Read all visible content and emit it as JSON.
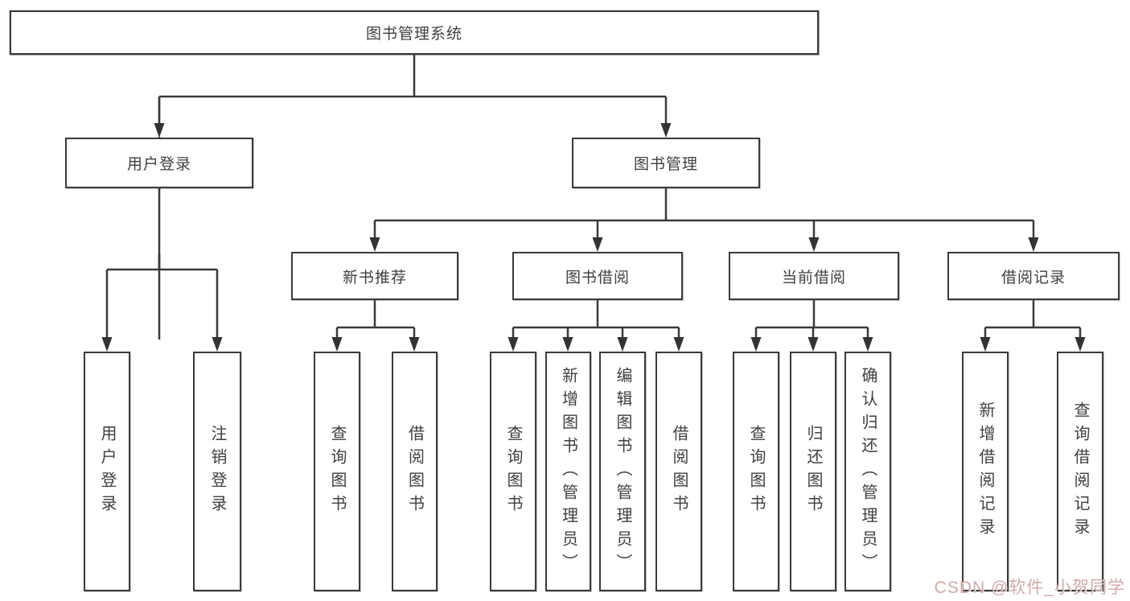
{
  "diagram": {
    "title": "图书管理系统",
    "level2": {
      "user_login": "用户登录",
      "book_management": "图书管理"
    },
    "level3": {
      "new_book_recommend": "新书推荐",
      "book_borrow": "图书借阅",
      "current_borrow": "当前借阅",
      "borrow_records": "借阅记录"
    },
    "leaves": {
      "user_login_group": [
        "用户登录",
        "注销登录"
      ],
      "recommend_group": [
        "查询图书",
        "借阅图书"
      ],
      "borrow_group": [
        "查询图书",
        "新增图书（管理员）",
        "编辑图书（管理员）",
        "借阅图书"
      ],
      "current_group": [
        "查询图书",
        "归还图书",
        "确认归还（管理员）"
      ],
      "records_group": [
        "新增借阅记录",
        "查询借阅记录"
      ]
    },
    "watermark": "CSDN @软件_小贺同学",
    "colors": {
      "line": "#3a3a3a",
      "box_background": "#ffffff",
      "watermark": "#c49494"
    }
  }
}
